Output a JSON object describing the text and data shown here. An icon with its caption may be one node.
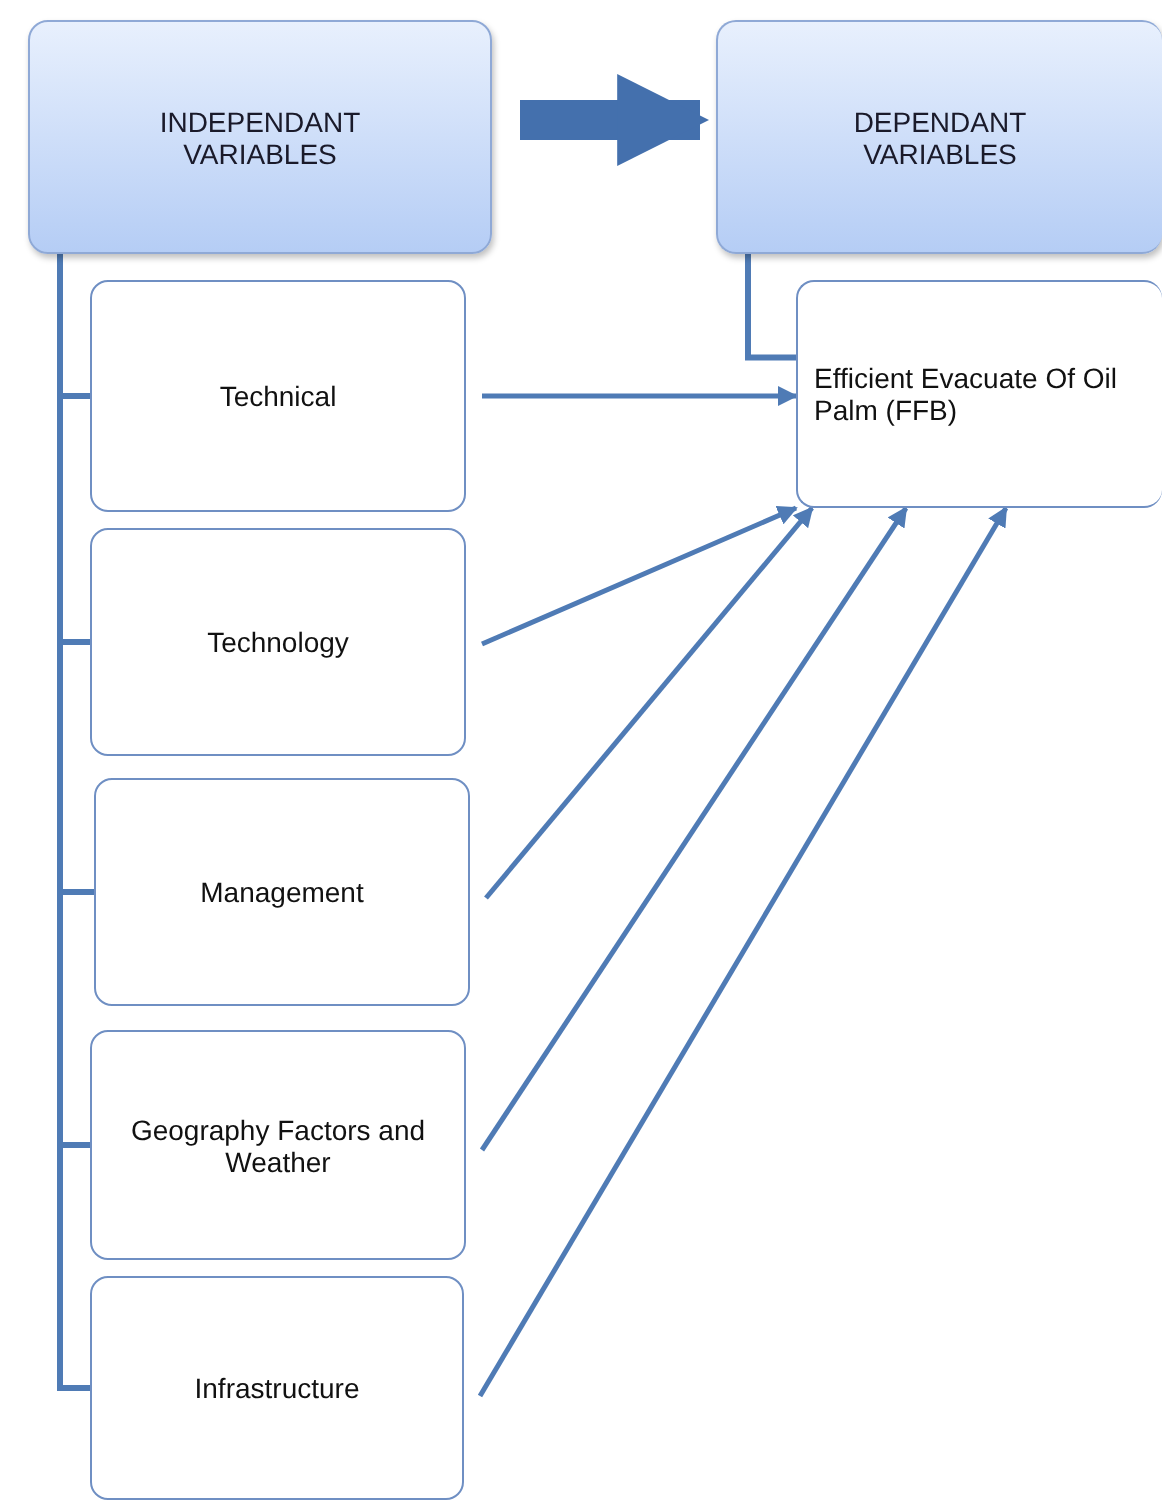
{
  "diagram": {
    "nodes": [
      {
        "text": [
          "INDEPENDANT VARIABLES"
        ]
      },
      {
        "text": [
          "Technical"
        ]
      },
      {
        "text": [
          "Technology"
        ]
      },
      {
        "text": [
          "Management"
        ]
      },
      {
        "text": [
          "Geography Factors and Weather"
        ]
      },
      {
        "text": [
          "Infrastructure"
        ]
      },
      {
        "text": [
          "DEPENDANT VARIABLES"
        ]
      },
      {
        "text": [
          "Efficient Evacuate Of Oil Palm (FFB)"
        ]
      }
    ],
    "edges": [
      {
        "from": 0,
        "to": 6,
        "arrow": "to",
        "style": "thick"
      },
      {
        "from": 0,
        "to": 1,
        "arrow": "none"
      },
      {
        "from": 0,
        "to": 2,
        "arrow": "none"
      },
      {
        "from": 0,
        "to": 3,
        "arrow": "none"
      },
      {
        "from": 0,
        "to": 4,
        "arrow": "none"
      },
      {
        "from": 0,
        "to": 5,
        "arrow": "none"
      },
      {
        "from": 6,
        "to": 7,
        "arrow": "none"
      },
      {
        "from": 1,
        "to": 7,
        "arrow": "to"
      },
      {
        "from": 2,
        "to": 7,
        "arrow": "to"
      },
      {
        "from": 3,
        "to": 7,
        "arrow": "to"
      },
      {
        "from": 4,
        "to": 7,
        "arrow": "to"
      },
      {
        "from": 5,
        "to": 7,
        "arrow": "to"
      }
    ]
  }
}
